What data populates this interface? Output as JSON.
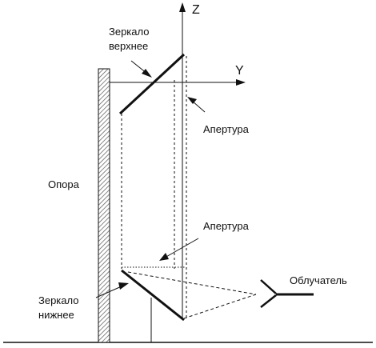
{
  "axes": {
    "z": "Z",
    "y": "Y"
  },
  "labels": {
    "upper_mirror_line1": "Зеркало",
    "upper_mirror_line2": "верхнее",
    "aperture_top": "Апертура",
    "support": "Опора",
    "aperture_bottom": "Апертура",
    "feed": "Облучатель",
    "lower_mirror_line1": "Зеркало",
    "lower_mirror_line2": "нижнее"
  },
  "colors": {
    "ink": "#111111",
    "hatch": "#555555"
  }
}
